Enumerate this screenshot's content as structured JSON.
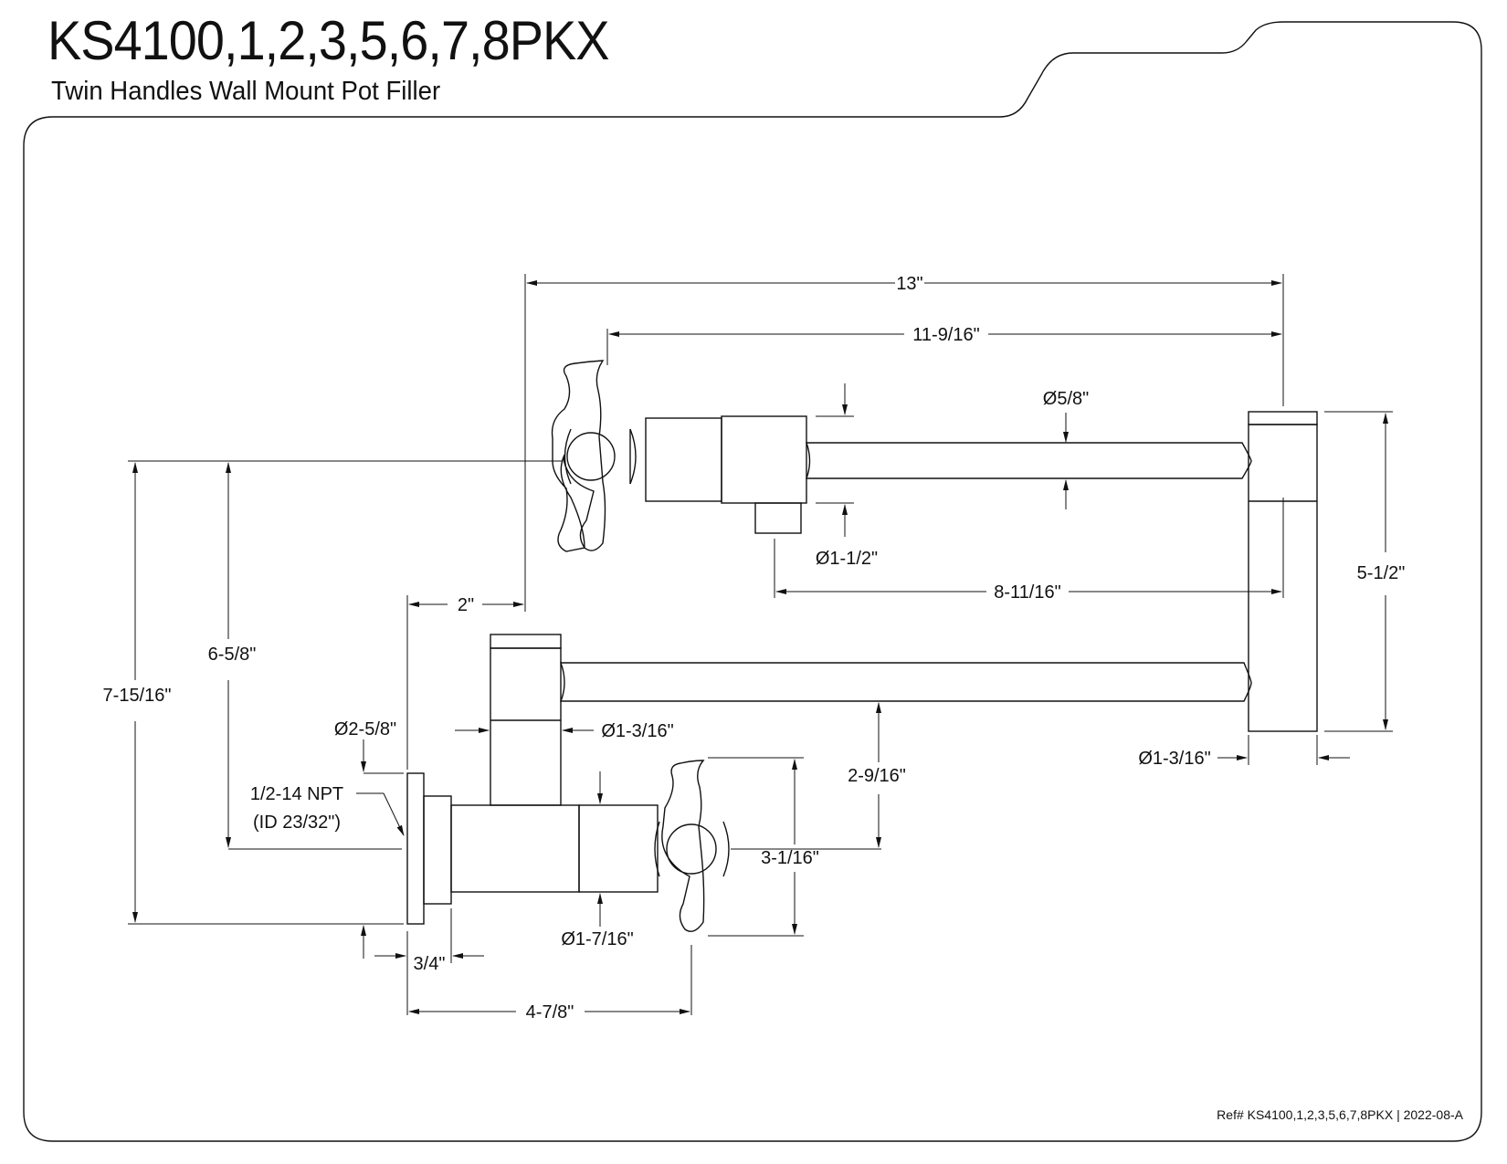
{
  "header": {
    "model": "KS4100,1,2,3,5,6,7,8PKX",
    "description": "Twin Handles Wall Mount Pot Filler"
  },
  "dimensions": {
    "overall_reach": "13\"",
    "handle_to_end": "11-9/16\"",
    "spout_diameter": "Ø5/8\"",
    "valve_body_diameter": "Ø1-1/2\"",
    "outlet_to_end": "8-11/16\"",
    "end_height": "5-1/2\"",
    "end_diameter": "Ø1-3/16\"",
    "total_height": "7-15/16\"",
    "inlet_to_spout": "6-5/8\"",
    "flange_offset": "2\"",
    "flange_diameter": "Ø2-5/8\"",
    "column_diameter": "Ø1-3/16\"",
    "npt_thread": "1/2-14 NPT",
    "npt_id": "(ID 23/32\")",
    "arm_spacing": "2-9/16\"",
    "handle_height": "3-1/16\"",
    "lower_body_diameter": "Ø1-7/16\"",
    "flange_depth": "3/4\"",
    "projection": "4-7/8\""
  },
  "footer": {
    "reference": "Ref# KS4100,1,2,3,5,6,7,8PKX | 2022-08-A"
  }
}
